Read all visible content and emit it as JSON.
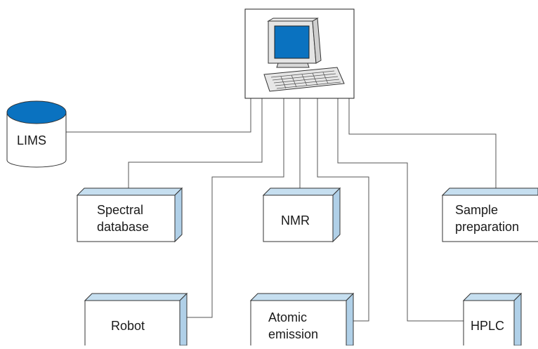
{
  "colors": {
    "accent": "#0a72c0",
    "box_top": "#c6dff0",
    "box_side": "#b0d0e8",
    "line": "#555555"
  },
  "computer": {
    "icon": "desktop-computer-icon"
  },
  "database": {
    "label": "LIMS",
    "icon": "database-cylinder-icon"
  },
  "instruments": {
    "spectral": {
      "line1": "Spectral",
      "line2": "database"
    },
    "nmr": {
      "line1": "NMR"
    },
    "sample": {
      "line1": "Sample",
      "line2": "preparation"
    },
    "robot": {
      "line1": "Robot"
    },
    "atomic": {
      "line1": "Atomic",
      "line2": "emission"
    },
    "hplc": {
      "line1": "HPLC"
    }
  }
}
